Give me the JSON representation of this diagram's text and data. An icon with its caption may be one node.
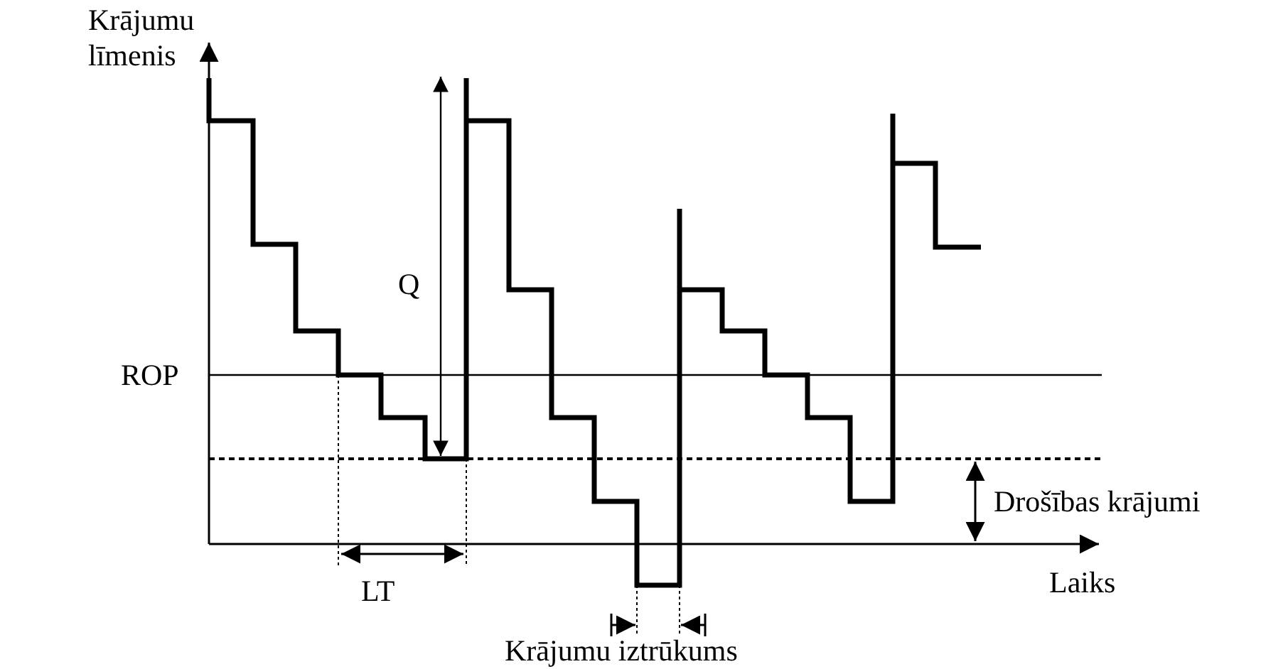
{
  "diagram": {
    "labels": [
      "Krājumu līmenis",
      "Q",
      "ROP",
      "Drošības krājumi",
      "LT",
      "Laiks",
      "Krājumu iztrūkums"
    ]
  }
}
